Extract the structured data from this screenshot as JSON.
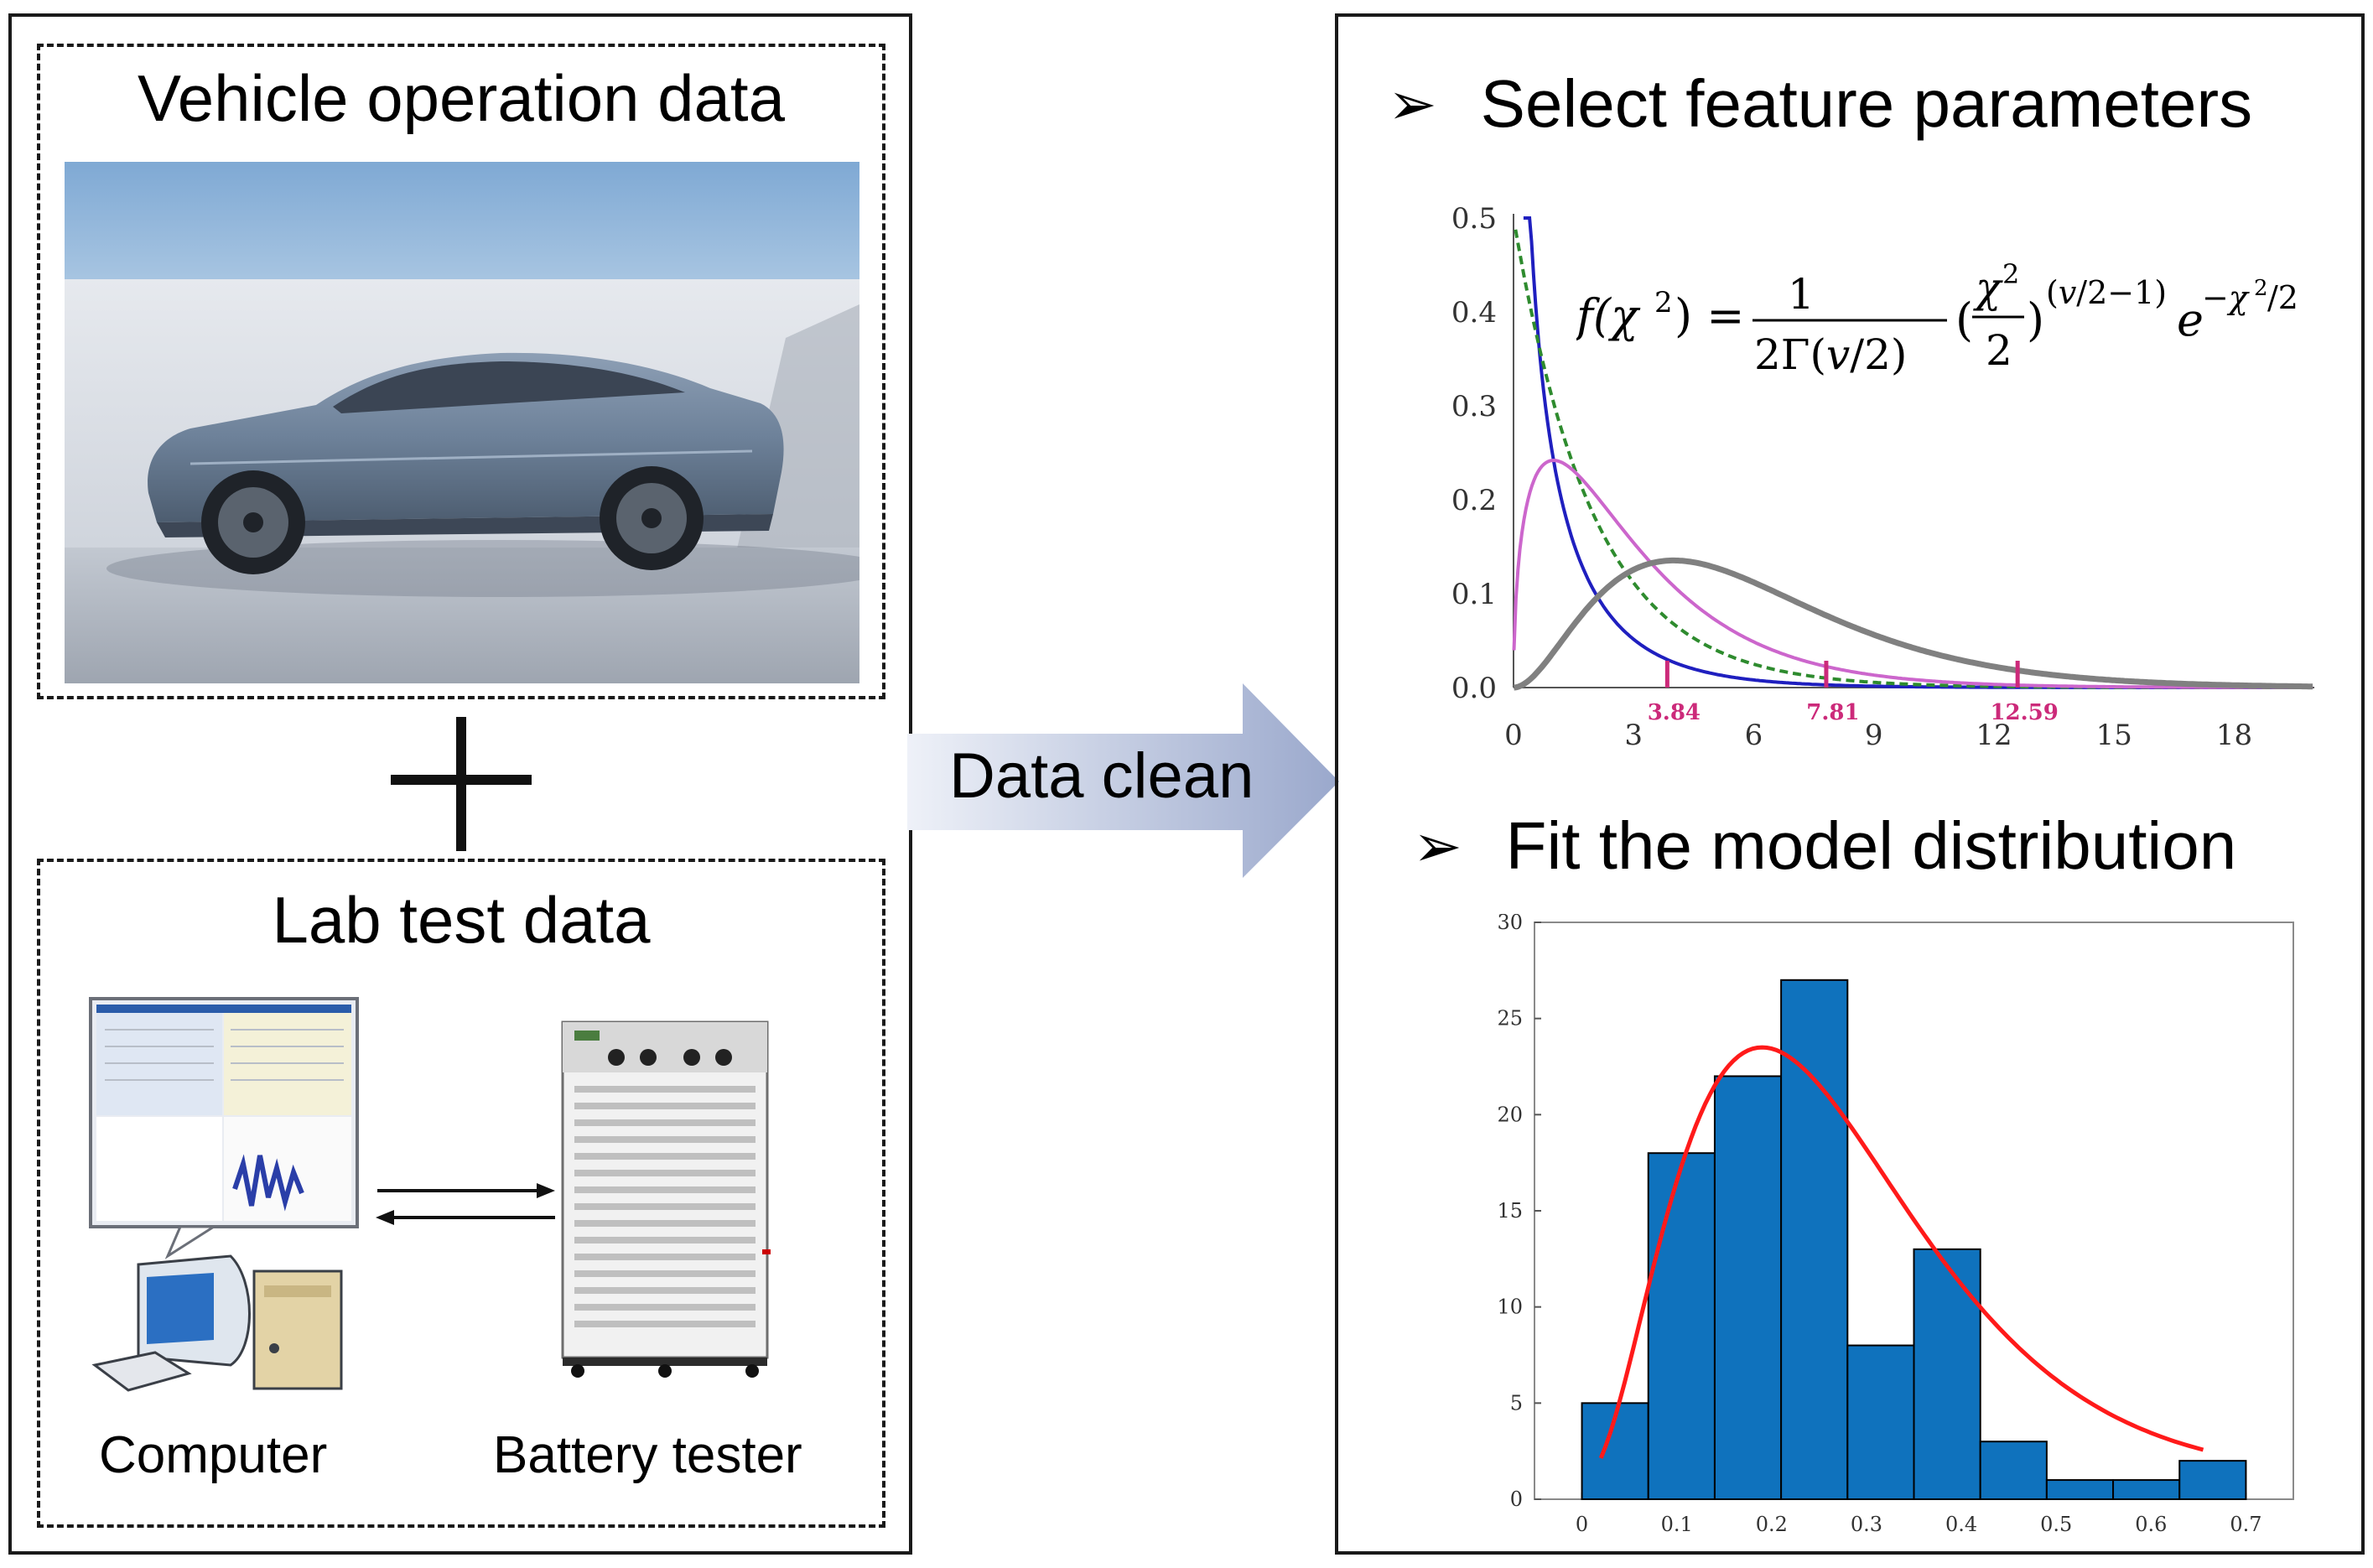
{
  "left_panel": {
    "vehicle_title": "Vehicle operation data",
    "lab_title": "Lab test data",
    "computer_label": "Computer",
    "tester_label": "Battery tester"
  },
  "arrow": {
    "label": "Data clean"
  },
  "right_panel": {
    "heading_1": "Select feature parameters",
    "heading_2": "Fit the model distribution",
    "bullet_glyph": "➢"
  },
  "chart_data": [
    {
      "type": "line",
      "x_ticks": [
        "0",
        "3",
        "6",
        "9",
        "12",
        "15",
        "18"
      ],
      "y_ticks": [
        "0.0",
        "0.1",
        "0.2",
        "0.3",
        "0.4",
        "0.5"
      ],
      "xlim": [
        0,
        20
      ],
      "ylim": [
        0,
        0.5
      ],
      "formula": "f(χ²) = 1/(2Γ(v/2)) (χ²/2)^(v/2−1) e^(−χ²/2)",
      "critical_values": [
        {
          "x": 3.84,
          "label": "3.84"
        },
        {
          "x": 7.81,
          "label": "7.81"
        },
        {
          "x": 12.59,
          "label": "12.59"
        }
      ],
      "series": [
        {
          "df": 1,
          "color": "#1f1fbf",
          "style": "solid"
        },
        {
          "df": 2,
          "color": "#2e8b2e",
          "style": "dashed"
        },
        {
          "df": 3,
          "color": "#cc66cc",
          "style": "solid"
        },
        {
          "df": 6,
          "color": "#808080",
          "style": "thick"
        }
      ],
      "colors": {
        "critical": "#cc2a7a",
        "axis": "#555555"
      }
    },
    {
      "type": "bar",
      "bin_edges": [
        0,
        0.07,
        0.14,
        0.21,
        0.28,
        0.35,
        0.42,
        0.49,
        0.56,
        0.63,
        0.7
      ],
      "values": [
        5,
        18,
        22,
        27,
        8,
        13,
        3,
        1,
        1,
        2
      ],
      "x_ticks": [
        "0",
        "0.1",
        "0.2",
        "0.3",
        "0.4",
        "0.5",
        "0.6",
        "0.7"
      ],
      "y_ticks": [
        "0",
        "5",
        "10",
        "15",
        "20",
        "25",
        "30"
      ],
      "xlim": [
        -0.05,
        0.75
      ],
      "ylim": [
        0,
        30
      ],
      "fit_curve": {
        "type": "gamma",
        "peak_x": 0.19,
        "peak_y": 22.5,
        "color": "#ff1a1a"
      },
      "colors": {
        "bar": "#0f72bd",
        "bar_edge": "#000000"
      }
    }
  ]
}
